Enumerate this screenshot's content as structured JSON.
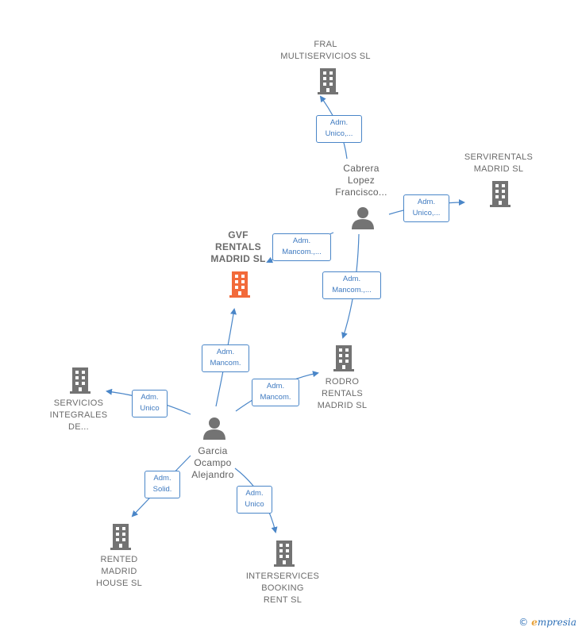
{
  "nodes": {
    "fral": {
      "label": "FRAL\nMULTISERVICIOS SL"
    },
    "servirentals": {
      "label": "SERVIRENTALS\nMADRID  SL"
    },
    "gvf": {
      "label": "GVF\nRENTALS\nMADRID  SL"
    },
    "rodro": {
      "label": "RODRO\nRENTALS\nMADRID  SL"
    },
    "servicios": {
      "label": "SERVICIOS\nINTEGRALES\nDE..."
    },
    "rented": {
      "label": "RENTED\nMADRID\nHOUSE  SL"
    },
    "interservices": {
      "label": "INTERSERVICES\nBOOKING\nRENT SL"
    }
  },
  "persons": {
    "cabrera": {
      "label": "Cabrera\nLopez\nFrancisco..."
    },
    "garcia": {
      "label": "Garcia\nOcampo\nAlejandro"
    }
  },
  "edges": {
    "cabrera_fral": {
      "label": "Adm.\nUnico,..."
    },
    "cabrera_servirentals": {
      "label": "Adm.\nUnico,..."
    },
    "cabrera_gvf": {
      "label": "Adm.\nMancom.,..."
    },
    "cabrera_rodro": {
      "label": "Adm.\nMancom.,..."
    },
    "garcia_gvf": {
      "label": "Adm.\nMancom."
    },
    "garcia_rodro": {
      "label": "Adm.\nMancom."
    },
    "garcia_servicios": {
      "label": "Adm.\nUnico"
    },
    "garcia_rented": {
      "label": "Adm.\nSolid."
    },
    "garcia_interservices": {
      "label": "Adm.\nUnico"
    }
  },
  "colors": {
    "edge": "#4a86c8",
    "building": "#737373",
    "highlight": "#f26a3a",
    "person": "#737373"
  },
  "brand": {
    "copyright": "©",
    "first_letter": "e",
    "name": "mpresia"
  }
}
